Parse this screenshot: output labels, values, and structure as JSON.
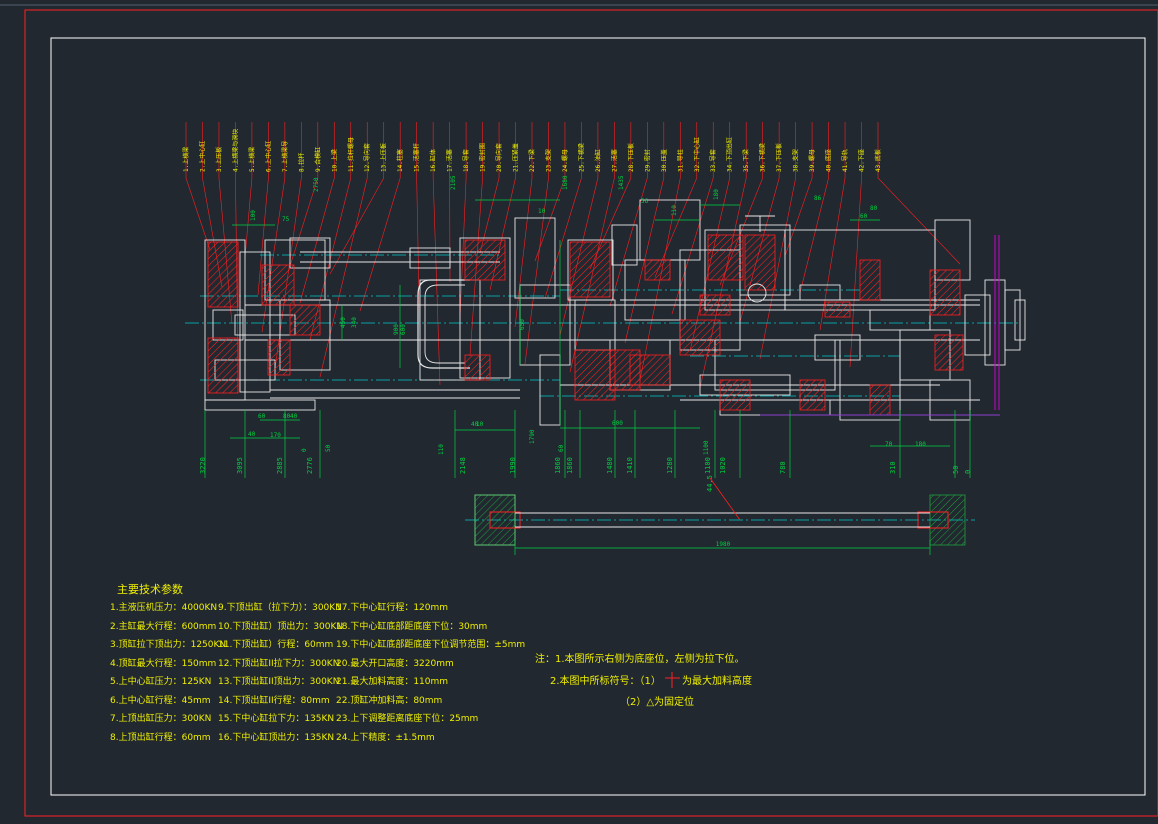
{
  "colors": {
    "background": "#212830",
    "frame": "#ffffff",
    "section": "#ff2020",
    "dimension": "#00d040",
    "centerline": "#00c8c8",
    "annotation": "#f0f000",
    "accent": "#d000d0"
  },
  "callouts": [
    "1.上横梁",
    "2.上中心缸",
    "3.上压板",
    "4.上横梁与滑块",
    "5.上横梁",
    "6.上中心缸",
    "7.上横梁导",
    "8.拉杆",
    "9.合模缸",
    "10.上梁",
    "11.拉杆螺母",
    "12.导向套",
    "13.上压板",
    "14.柱塞",
    "15.活塞杆",
    "16.缸体",
    "17.活塞",
    "18.导套",
    "19.密封圈",
    "20.导向套",
    "21.压紧盖",
    "22.下梁",
    "23.支架",
    "24.螺母",
    "25.下横梁",
    "26.油缸",
    "27.活塞",
    "28.下压板",
    "29.密封",
    "30.压盖",
    "31.导柱",
    "32.下中心缸",
    "33.导套",
    "34.下顶出缸",
    "35.下梁",
    "36.下横梁",
    "37.下压板",
    "38.支架",
    "39.螺母",
    "40.底座",
    "41.导轨",
    "42.下座",
    "43.底板"
  ],
  "dimensions_top": [
    "100",
    "75",
    "2750",
    "2105",
    "10",
    "1680",
    "1435",
    "56",
    "110",
    "180",
    "86",
    "60",
    "80"
  ],
  "dimensions_vertical": [
    "900",
    "600",
    "450",
    "340",
    "650"
  ],
  "dimensions_bottom": [
    "40",
    "60",
    "170",
    "80",
    "40",
    "0",
    "50",
    "110",
    "40",
    "10",
    "1790",
    "60",
    "600",
    "1100",
    "70",
    "180"
  ],
  "elevations": [
    "3220",
    "3095",
    "2885",
    "2776",
    "2148",
    "1990",
    "1860",
    "1860",
    "1480",
    "1410",
    "1280",
    "1100",
    "1020",
    "780",
    "310",
    "50",
    "0",
    "44.5"
  ],
  "bottom_detail_length": "1980",
  "params_title": "主要技术参数",
  "params": [
    [
      "1.主液压机压力：4000KN",
      "9.下顶出缸（拉下力）：300KN",
      "17.下中心缸行程：120mm"
    ],
    [
      "2.主缸最大行程：600mm",
      "10.下顶出缸）顶出力：300KN",
      "18.下中心缸底部距底座下位：30mm"
    ],
    [
      "3.顶缸拉下顶出力：1250KN",
      "11.下顶出缸）行程：60mm",
      "19.下中心缸底部距底座下位调节范围：±5mm"
    ],
    [
      "4.顶缸最大行程：150mm",
      "12.下顶出缸II拉下力：300KN",
      "20.最大开口高度：3220mm"
    ],
    [
      "5.上中心缸压力：125KN",
      "13.下顶出缸II顶出力：300KN",
      "21.最大加料高度：110mm"
    ],
    [
      "6.上中心缸行程：45mm",
      "14.下顶出缸II行程：80mm",
      "22.顶缸冲加料高：80mm"
    ],
    [
      "7.上顶出缸压力：300KN",
      "15.下中心缸拉下力：135KN",
      "23.上下调整距离底座下位：25mm"
    ],
    [
      "8.上顶出缸行程：60mm",
      "16.下中心缸顶出力：135KN",
      "24.上下精度：±1.5mm"
    ]
  ],
  "notes": [
    "注：1.本图所示右侧为底座位，左侧为拉下位。",
    "2.本图中所标符号：（1）",
    "为最大加料高度",
    "（2）△为固定位"
  ]
}
